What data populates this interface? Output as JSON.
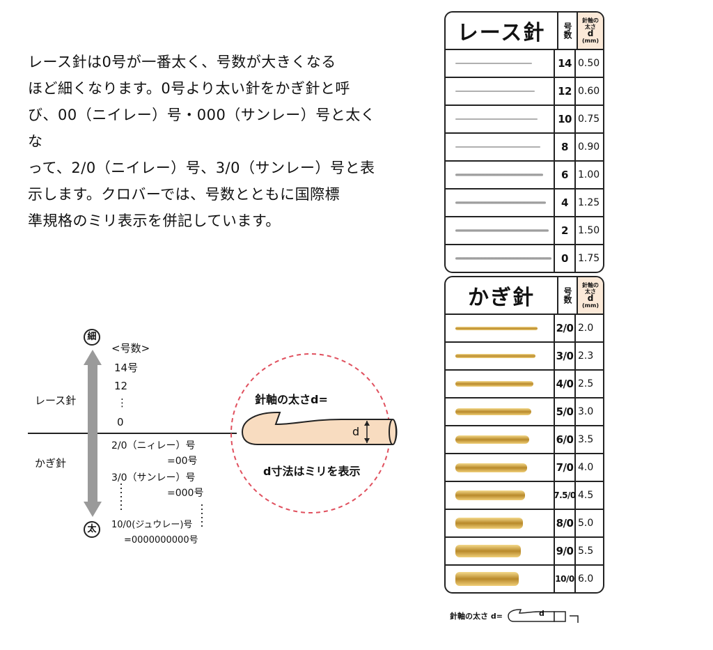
{
  "intro": {
    "lines": [
      "レース針は0号が一番太く、号数が大きくなる",
      "ほど細くなります。0号より太い針をかぎ針と呼",
      "び、00（ニイレー）号・000（サンレー）号と太くな",
      "って、2/0（ニイレー）号、3/0（サンレー）号と表",
      "示します。クロバーでは、号数とともに国際標",
      "準規格のミリ表示を併記しています。"
    ]
  },
  "diagram": {
    "thin_mark": "細",
    "thick_mark": "太",
    "lace_label": "レース針",
    "hook_label": "かぎ針",
    "size_header": "<号数>",
    "lace_sizes": [
      "14号",
      "12",
      "⋮",
      "0"
    ],
    "hook_sizes": [
      "2/0（ニィレー）号",
      "=00号",
      "3/0（サンレー）号",
      "=000号",
      "10/0(ジュウレー)号",
      "=0000000000号"
    ],
    "callout_title": "針軸の太さd=",
    "callout_d": "d",
    "callout_note": "d寸法はミリを表示"
  },
  "lace_chart": {
    "title": "レース針",
    "col_size": "号数",
    "col_dia_line1": "針軸の",
    "col_dia_line2": "太さ",
    "col_dia_symbol": "d",
    "col_dia_unit": "(mm)",
    "rows": [
      {
        "size": "14",
        "mm": "0.50"
      },
      {
        "size": "12",
        "mm": "0.60"
      },
      {
        "size": "10",
        "mm": "0.75"
      },
      {
        "size": "8",
        "mm": "0.90"
      },
      {
        "size": "6",
        "mm": "1.00"
      },
      {
        "size": "4",
        "mm": "1.25"
      },
      {
        "size": "2",
        "mm": "1.50"
      },
      {
        "size": "0",
        "mm": "1.75"
      }
    ]
  },
  "hook_chart": {
    "title": "かぎ針",
    "col_size": "号数",
    "col_dia_line1": "針軸の",
    "col_dia_line2": "太さ",
    "col_dia_symbol": "d",
    "col_dia_unit": "(mm)",
    "rows": [
      {
        "size": "2/0",
        "mm": "2.0"
      },
      {
        "size": "3/0",
        "mm": "2.3"
      },
      {
        "size": "4/0",
        "mm": "2.5"
      },
      {
        "size": "5/0",
        "mm": "3.0"
      },
      {
        "size": "6/0",
        "mm": "3.5"
      },
      {
        "size": "7/0",
        "mm": "4.0"
      },
      {
        "size": "7.5/0",
        "mm": "4.5"
      },
      {
        "size": "8/0",
        "mm": "5.0"
      },
      {
        "size": "9/0",
        "mm": "5.5"
      },
      {
        "size": "10/0",
        "mm": "6.0"
      }
    ]
  },
  "footer": {
    "caption": "針軸の太さ d=",
    "d": "d"
  },
  "colors": {
    "callout_fill": "#f8dcc0",
    "callout_border": "#e0505e",
    "arrow": "#9a9a9a",
    "lace_metal": "#a9a9a9",
    "hook_gold": "#c89a3a"
  }
}
